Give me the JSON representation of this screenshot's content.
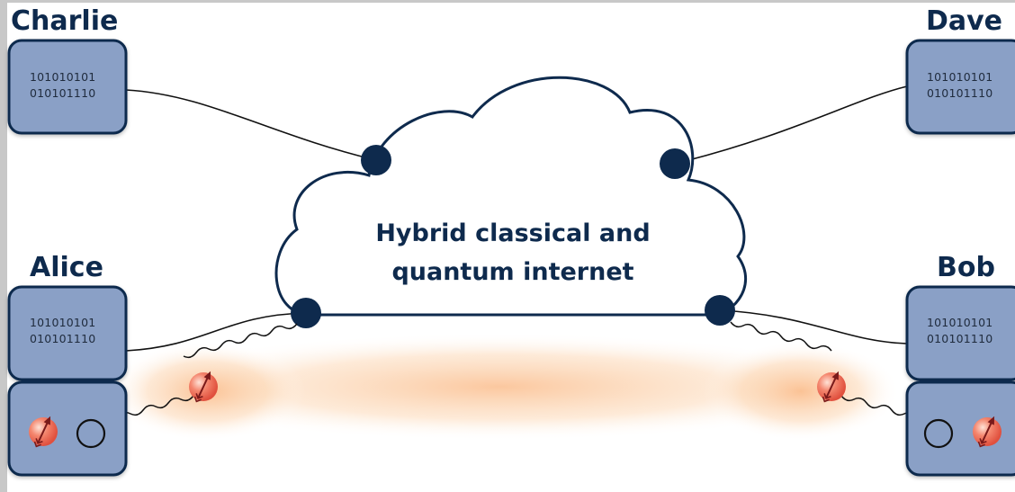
{
  "nodes": {
    "charlie": {
      "name": "Charlie",
      "bits_line1": "101010101",
      "bits_line2": "010101110"
    },
    "dave": {
      "name": "Dave",
      "bits_line1": "101010101",
      "bits_line2": "010101110"
    },
    "alice": {
      "name": "Alice",
      "bits_line1": "101010101",
      "bits_line2": "010101110"
    },
    "bob": {
      "name": "Bob",
      "bits_line1": "101010101",
      "bits_line2": "010101110"
    }
  },
  "cloud": {
    "line1": "Hybrid classical and",
    "line2": "quantum internet"
  },
  "colors": {
    "node_fill": "#8aa0c6",
    "node_stroke": "#0e2a4d",
    "connector": "#0e2a4d",
    "qubit": "#f06a5a",
    "spin_arrow": "#7a1a1a",
    "glow": "#fbb27a"
  },
  "icons": [
    "qubit-icon",
    "empty-qubit-slot-icon",
    "spin-arrow-icon",
    "photon-wave-icon"
  ]
}
